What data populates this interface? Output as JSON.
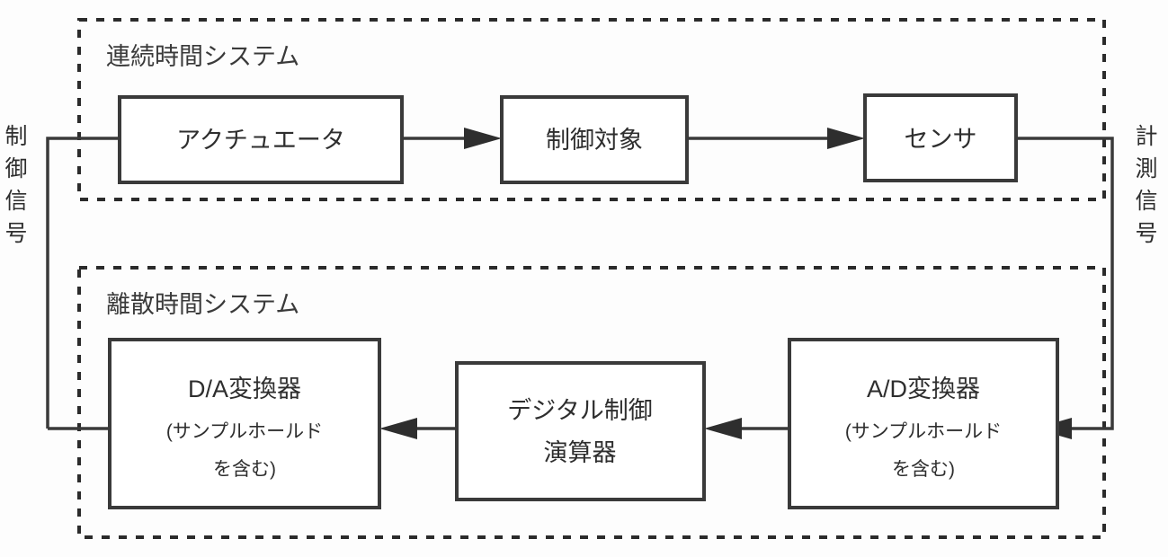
{
  "diagram": {
    "title_visible": false,
    "groups": [
      {
        "id": "continuous",
        "label": "連続時間システム"
      },
      {
        "id": "discrete",
        "label": "離散時間システム"
      }
    ],
    "blocks": [
      {
        "id": "actuator",
        "label": "アクチュエータ",
        "sub1": "",
        "sub2": ""
      },
      {
        "id": "plant",
        "label": "制御対象",
        "sub1": "",
        "sub2": ""
      },
      {
        "id": "sensor",
        "label": "センサ",
        "sub1": "",
        "sub2": ""
      },
      {
        "id": "da",
        "label": "D/A変換器",
        "sub1": "(サンプルホールド",
        "sub2": "を含む)"
      },
      {
        "id": "controller",
        "label": "デジタル制御",
        "sub1": "演算器",
        "sub2": ""
      },
      {
        "id": "ad",
        "label": "A/D変換器",
        "sub1": "(サンプルホールド",
        "sub2": "を含む)"
      }
    ],
    "signals": {
      "left_label_chars": [
        "制",
        "御",
        "信",
        "号"
      ],
      "right_label_chars": [
        "計",
        "測",
        "信",
        "号"
      ],
      "left_label": "制御信号",
      "right_label": "計測信号"
    },
    "colors": {
      "line": "#3a3a3a",
      "dashed": "#2b2b2b",
      "text": "#2e2e2e",
      "background": "#fdfdfd",
      "box_fill": "#ffffff"
    }
  }
}
